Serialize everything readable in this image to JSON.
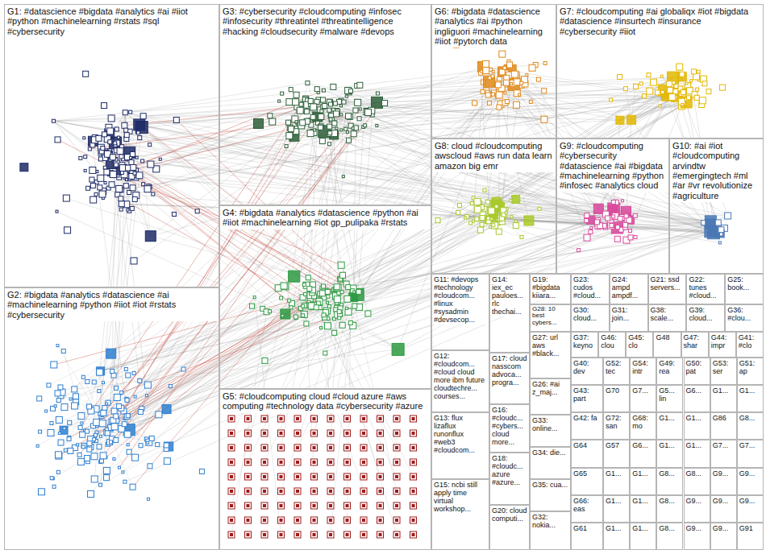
{
  "diagram": {
    "nodes": [
      {
        "text": [
          "G1: #datascience #bigdata #analytics #ai #iiot #python #machinelearning #rstats #sql #cybersecurity"
        ]
      },
      {
        "text": [
          "G3: #cybersecurity #cloudcomputing #infosec #infosecurity #threatintel #threatintelligence #hacking #cloudsecurity #malware #devops"
        ]
      },
      {
        "text": [
          "G6: #bigdata #datascience #analytics #ai #python ingliguori #machinelearning #iiot #pytorch data"
        ]
      },
      {
        "text": [
          "G7: #cloudcomputing #ai globaliqx #iot #bigdata #datascience #insurtech #insurance #cybersecurity #iiot"
        ]
      },
      {
        "text": [
          "G4: #bigdata #analytics #datascience #python #ai #iiot #machinelearning #iot gp_pulipaka #rstats"
        ]
      },
      {
        "text": [
          "G8: cloud #cloudcomputing awscloud #aws run data learn amazon big emr"
        ]
      },
      {
        "text": [
          "G9: #cloudcomputing #cybersecurity #datascience #ai #bigdata #machinelearning #python #infosec #analytics cloud"
        ]
      },
      {
        "text": [
          "G10: #ai #iot #cloudcomputing arvindtw #emergingtech #ml #ar #vr revolutionize #agriculture"
        ]
      },
      {
        "text": [
          "G2: #bigdata #analytics #datascience #ai #machinelearning #python #iiot #iot #rstats #cybersecurity"
        ]
      },
      {
        "text": [
          "G5: #cloudcomputing cloud #cloud azure #aws computing #technology data #cybersecurity #azure"
        ]
      },
      {
        "text": [
          "G11: #devops #technology #cloudcom... #linux #sysadmin #devsecop..."
        ]
      },
      {
        "text": [
          "G12: #cloudcom... #cloud cloud more ibm future cloudtechre... courses..."
        ]
      },
      {
        "text": [
          "G13: flux lizaflux runonflux #web3 #cloudcom..."
        ]
      },
      {
        "text": [
          "G15: ncbi still apply time virtual workshop..."
        ]
      },
      {
        "text": [
          "G14: iex_ec pauloes... rlc thechai..."
        ]
      },
      {
        "text": [
          "G17: cloud nasscom advoca... progra..."
        ]
      },
      {
        "text": [
          "G16: #cloudc... #cybers... cloud more..."
        ]
      },
      {
        "text": [
          "G18: #cloudc... azure #azure..."
        ]
      },
      {
        "text": [
          "G20: cloud computi..."
        ]
      },
      {
        "text": [
          "G19: #bigdata kiiara..."
        ]
      },
      {
        "text": [
          "G28: 10 best cybers..."
        ]
      },
      {
        "text": [
          "G27: url aws #black..."
        ]
      },
      {
        "text": [
          "G26: #ai z_maj..."
        ]
      },
      {
        "text": [
          "G33: online..."
        ]
      },
      {
        "text": [
          "G34: die..."
        ]
      },
      {
        "text": [
          "G35: cua..."
        ]
      },
      {
        "text": [
          "G32: nokia..."
        ]
      },
      {
        "text": [
          "G23: cudos #cloud..."
        ]
      },
      {
        "text": [
          "G24: ampd ampdf..."
        ]
      },
      {
        "text": [
          "G21: ssd servers..."
        ]
      },
      {
        "text": [
          "G22: tunes #cloud..."
        ]
      },
      {
        "text": [
          "G25: book..."
        ]
      },
      {
        "text": [
          "G30: cloud..."
        ]
      },
      {
        "text": [
          "G31: join..."
        ]
      },
      {
        "text": [
          "G38: scale..."
        ]
      },
      {
        "text": [
          "G39: cloud..."
        ]
      },
      {
        "text": [
          "G36: #clou..."
        ]
      },
      {
        "text": [
          "G37: keyno"
        ]
      },
      {
        "text": [
          "G46: clou"
        ]
      },
      {
        "text": [
          "G45: clo"
        ]
      },
      {
        "text": [
          "G48"
        ]
      },
      {
        "text": [
          "G47: shar"
        ]
      },
      {
        "text": [
          "G44: impr"
        ]
      },
      {
        "text": [
          "G41: #clo"
        ]
      },
      {
        "text": [
          "G40: dev"
        ]
      },
      {
        "text": [
          "G43: part"
        ]
      },
      {
        "text": [
          "G42: fa"
        ]
      },
      {
        "text": [
          "G64"
        ]
      },
      {
        "text": [
          "G65"
        ]
      },
      {
        "text": [
          "G66: eas"
        ]
      },
      {
        "text": [
          "G61"
        ]
      },
      {
        "text": [
          "G52: tec"
        ]
      },
      {
        "text": [
          "G54: intr"
        ]
      },
      {
        "text": [
          "G49: rea"
        ]
      },
      {
        "text": [
          "G50: pat"
        ]
      },
      {
        "text": [
          "G53: ser"
        ]
      },
      {
        "text": [
          "G51: ap"
        ]
      },
      {
        "text": [
          "G70"
        ]
      },
      {
        "text": [
          "G7..."
        ]
      },
      {
        "text": [
          "G5... lin"
        ]
      },
      {
        "text": [
          "G6..."
        ]
      },
      {
        "text": [
          "G1..."
        ]
      },
      {
        "text": [
          "G1..."
        ]
      },
      {
        "text": [
          "G72: san"
        ]
      },
      {
        "text": [
          "G68: mo"
        ]
      },
      {
        "text": [
          "G1..."
        ]
      },
      {
        "text": [
          "G1..."
        ]
      },
      {
        "text": [
          "G86"
        ]
      },
      {
        "text": [
          "G8..."
        ]
      },
      {
        "text": [
          "G57"
        ]
      },
      {
        "text": [
          "G6..."
        ]
      },
      {
        "text": [
          "G1..."
        ]
      },
      {
        "text": [
          "G1..."
        ]
      },
      {
        "text": [
          "G7..."
        ]
      },
      {
        "text": [
          "G7..."
        ]
      },
      {
        "text": [
          "G1..."
        ]
      },
      {
        "text": [
          "G1..."
        ]
      },
      {
        "text": [
          "G8..."
        ]
      },
      {
        "text": [
          "G8..."
        ]
      },
      {
        "text": [
          "G9..."
        ]
      },
      {
        "text": [
          "G9..."
        ]
      },
      {
        "text": [
          "G1..."
        ]
      },
      {
        "text": [
          "G1..."
        ]
      },
      {
        "text": [
          "G8..."
        ]
      },
      {
        "text": [
          "G9..."
        ]
      },
      {
        "text": [
          "G9..."
        ]
      },
      {
        "text": [
          "G9..."
        ]
      },
      {
        "text": [
          "G1..."
        ]
      },
      {
        "text": [
          "G1..."
        ]
      },
      {
        "text": [
          "G8..."
        ]
      },
      {
        "text": [
          "G9..."
        ]
      },
      {
        "text": [
          "G9..."
        ]
      },
      {
        "text": [
          "G91"
        ]
      }
    ]
  }
}
